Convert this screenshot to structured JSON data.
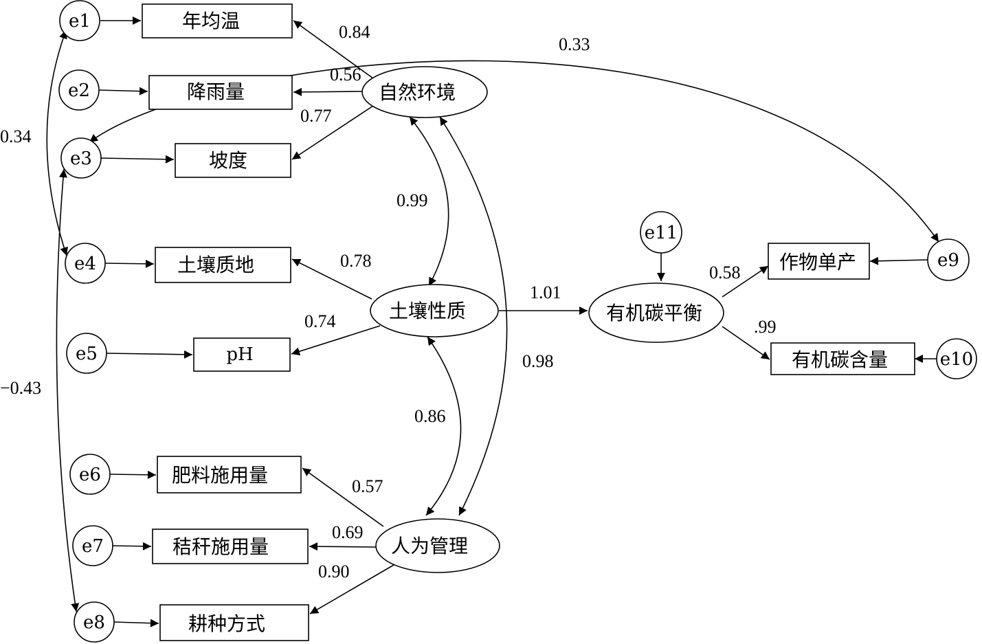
{
  "errors": [
    "e1",
    "e2",
    "e3",
    "e4",
    "e5",
    "e6",
    "e7",
    "e8",
    "e9",
    "e10",
    "e11"
  ],
  "latent": {
    "natural": "自然环境",
    "soil": "土壤性质",
    "human": "人为管理",
    "carbon": "有机碳平衡"
  },
  "indicators": {
    "temp": "年均温",
    "rain": "降雨量",
    "slope": "坡度",
    "texture": "土壤质地",
    "ph": "pH",
    "fert": "肥料施用量",
    "straw": "秸秆施用量",
    "till": "耕种方式",
    "yield": "作物单产",
    "soc": "有机碳含量"
  },
  "coefficients": {
    "nat_temp": "0.84",
    "nat_rain": "0.56",
    "nat_slope": "0.77",
    "nat_soil": "0.99",
    "soil_texture": "0.78",
    "soil_ph": "0.74",
    "soil_carbon": "1.01",
    "nat_human": "0.98",
    "soil_human": "0.86",
    "human_fert": "0.57",
    "human_straw": "0.69",
    "human_till": "0.90",
    "carbon_yield": "0.58",
    "carbon_soc": ".99",
    "e1_e4": "0.34",
    "e3_e8": "−0.43",
    "e3_e9": "0.33"
  }
}
